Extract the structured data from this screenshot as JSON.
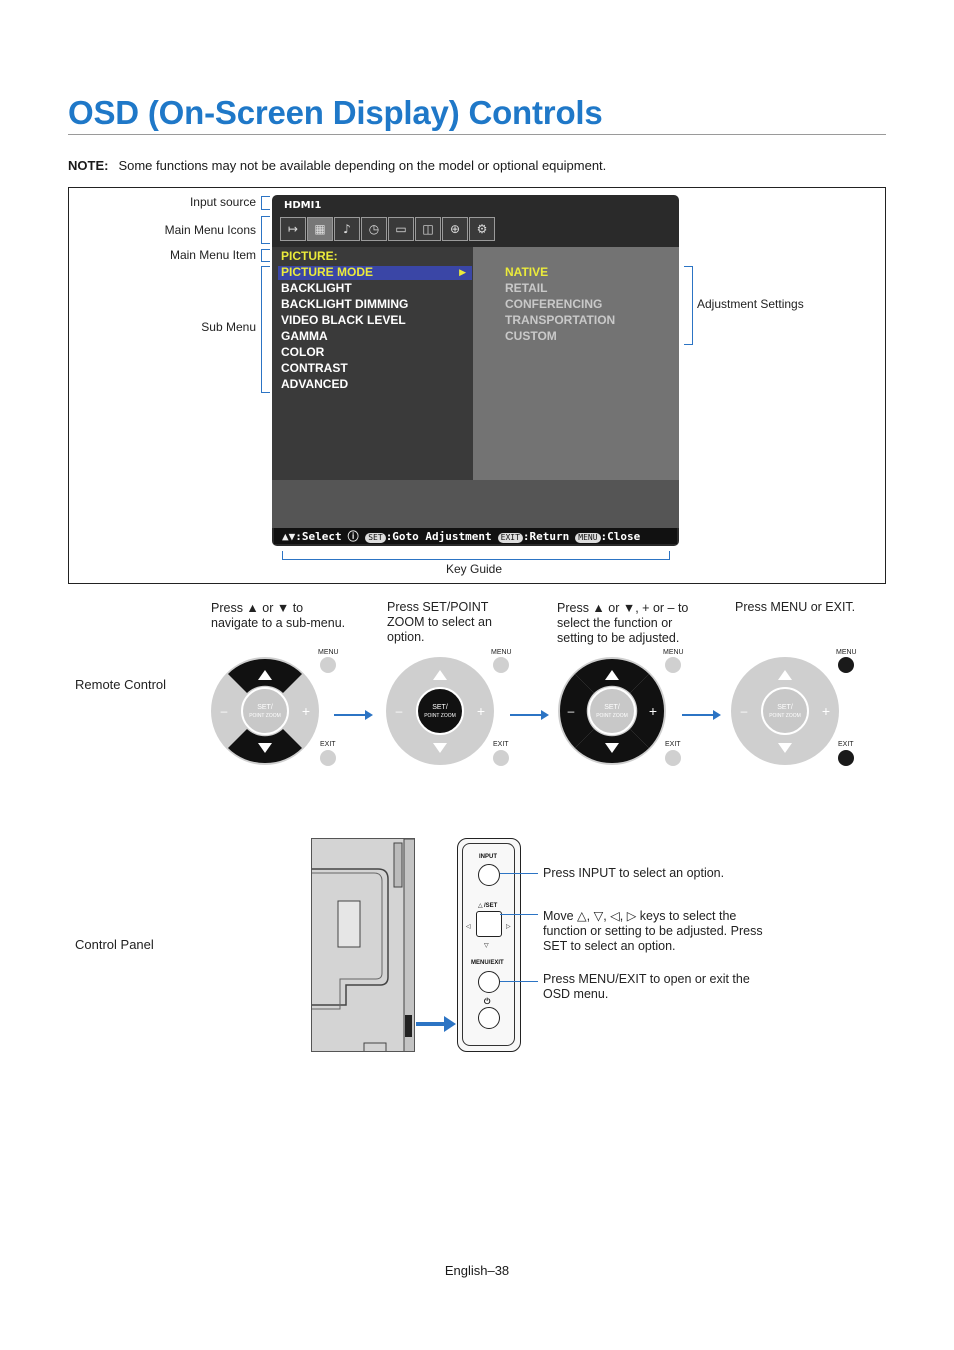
{
  "page": {
    "title": "OSD (On-Screen Display) Controls",
    "note_label": "NOTE:",
    "note_text": "Some functions may not be available depending on the model or optional equipment.",
    "footer": "English–38"
  },
  "osd_callouts": {
    "input_source": "Input source",
    "main_menu_icons": "Main Menu Icons",
    "main_menu_item": "Main Menu Item",
    "sub_menu": "Sub Menu",
    "adjustment_settings": "Adjustment Settings",
    "key_guide": "Key Guide"
  },
  "osd": {
    "input": "HDMI1",
    "main_item": "PICTURE:",
    "sub_menu_items": [
      "PICTURE MODE",
      "BACKLIGHT",
      "BACKLIGHT DIMMING",
      "VIDEO BLACK LEVEL",
      "GAMMA",
      "COLOR",
      "CONTRAST",
      "ADVANCED"
    ],
    "adjustment_items": [
      "NATIVE",
      "RETAIL",
      "CONFERENCING",
      "TRANSPORTATION",
      "CUSTOM"
    ],
    "icon_names": [
      "input-icon",
      "picture-icon",
      "audio-icon",
      "schedule-icon",
      "slideshow-icon",
      "network-icon",
      "protect-icon",
      "system-icon"
    ],
    "key_guide": {
      "select": ":Select",
      "set_key": "SET",
      "goto": ":Goto Adjustment",
      "exit_key": "EXIT",
      "return": ":Return",
      "menu_key": "MENU",
      "close": ":Close"
    },
    "colors": {
      "highlight": "#3a46a6",
      "yellow_text": "#ebeb3b"
    }
  },
  "remote": {
    "label": "Remote Control",
    "steps": [
      "Press ▲ or ▼ to navigate to a sub-menu.",
      "Press SET/POINT ZOOM to select an option.",
      "Press ▲ or ▼, + or – to select the function or setting to be adjusted.",
      "Press MENU or EXIT."
    ],
    "pad_center_top": "SET/",
    "pad_center_bottom": "POINT ZOOM",
    "menu_label": "MENU",
    "exit_label": "EXIT",
    "minus": "–",
    "plus": "+"
  },
  "control_panel": {
    "label": "Control Panel",
    "input_label": "INPUT",
    "set_label": "/SET",
    "menu_exit_label": "MENU/EXIT",
    "notes": [
      "Press INPUT to select an option.",
      "Move △, ▽, ◁, ▷ keys to select the function or setting to be adjusted. Press SET to select an option.",
      "Press MENU/EXIT to open or exit the OSD menu."
    ]
  }
}
